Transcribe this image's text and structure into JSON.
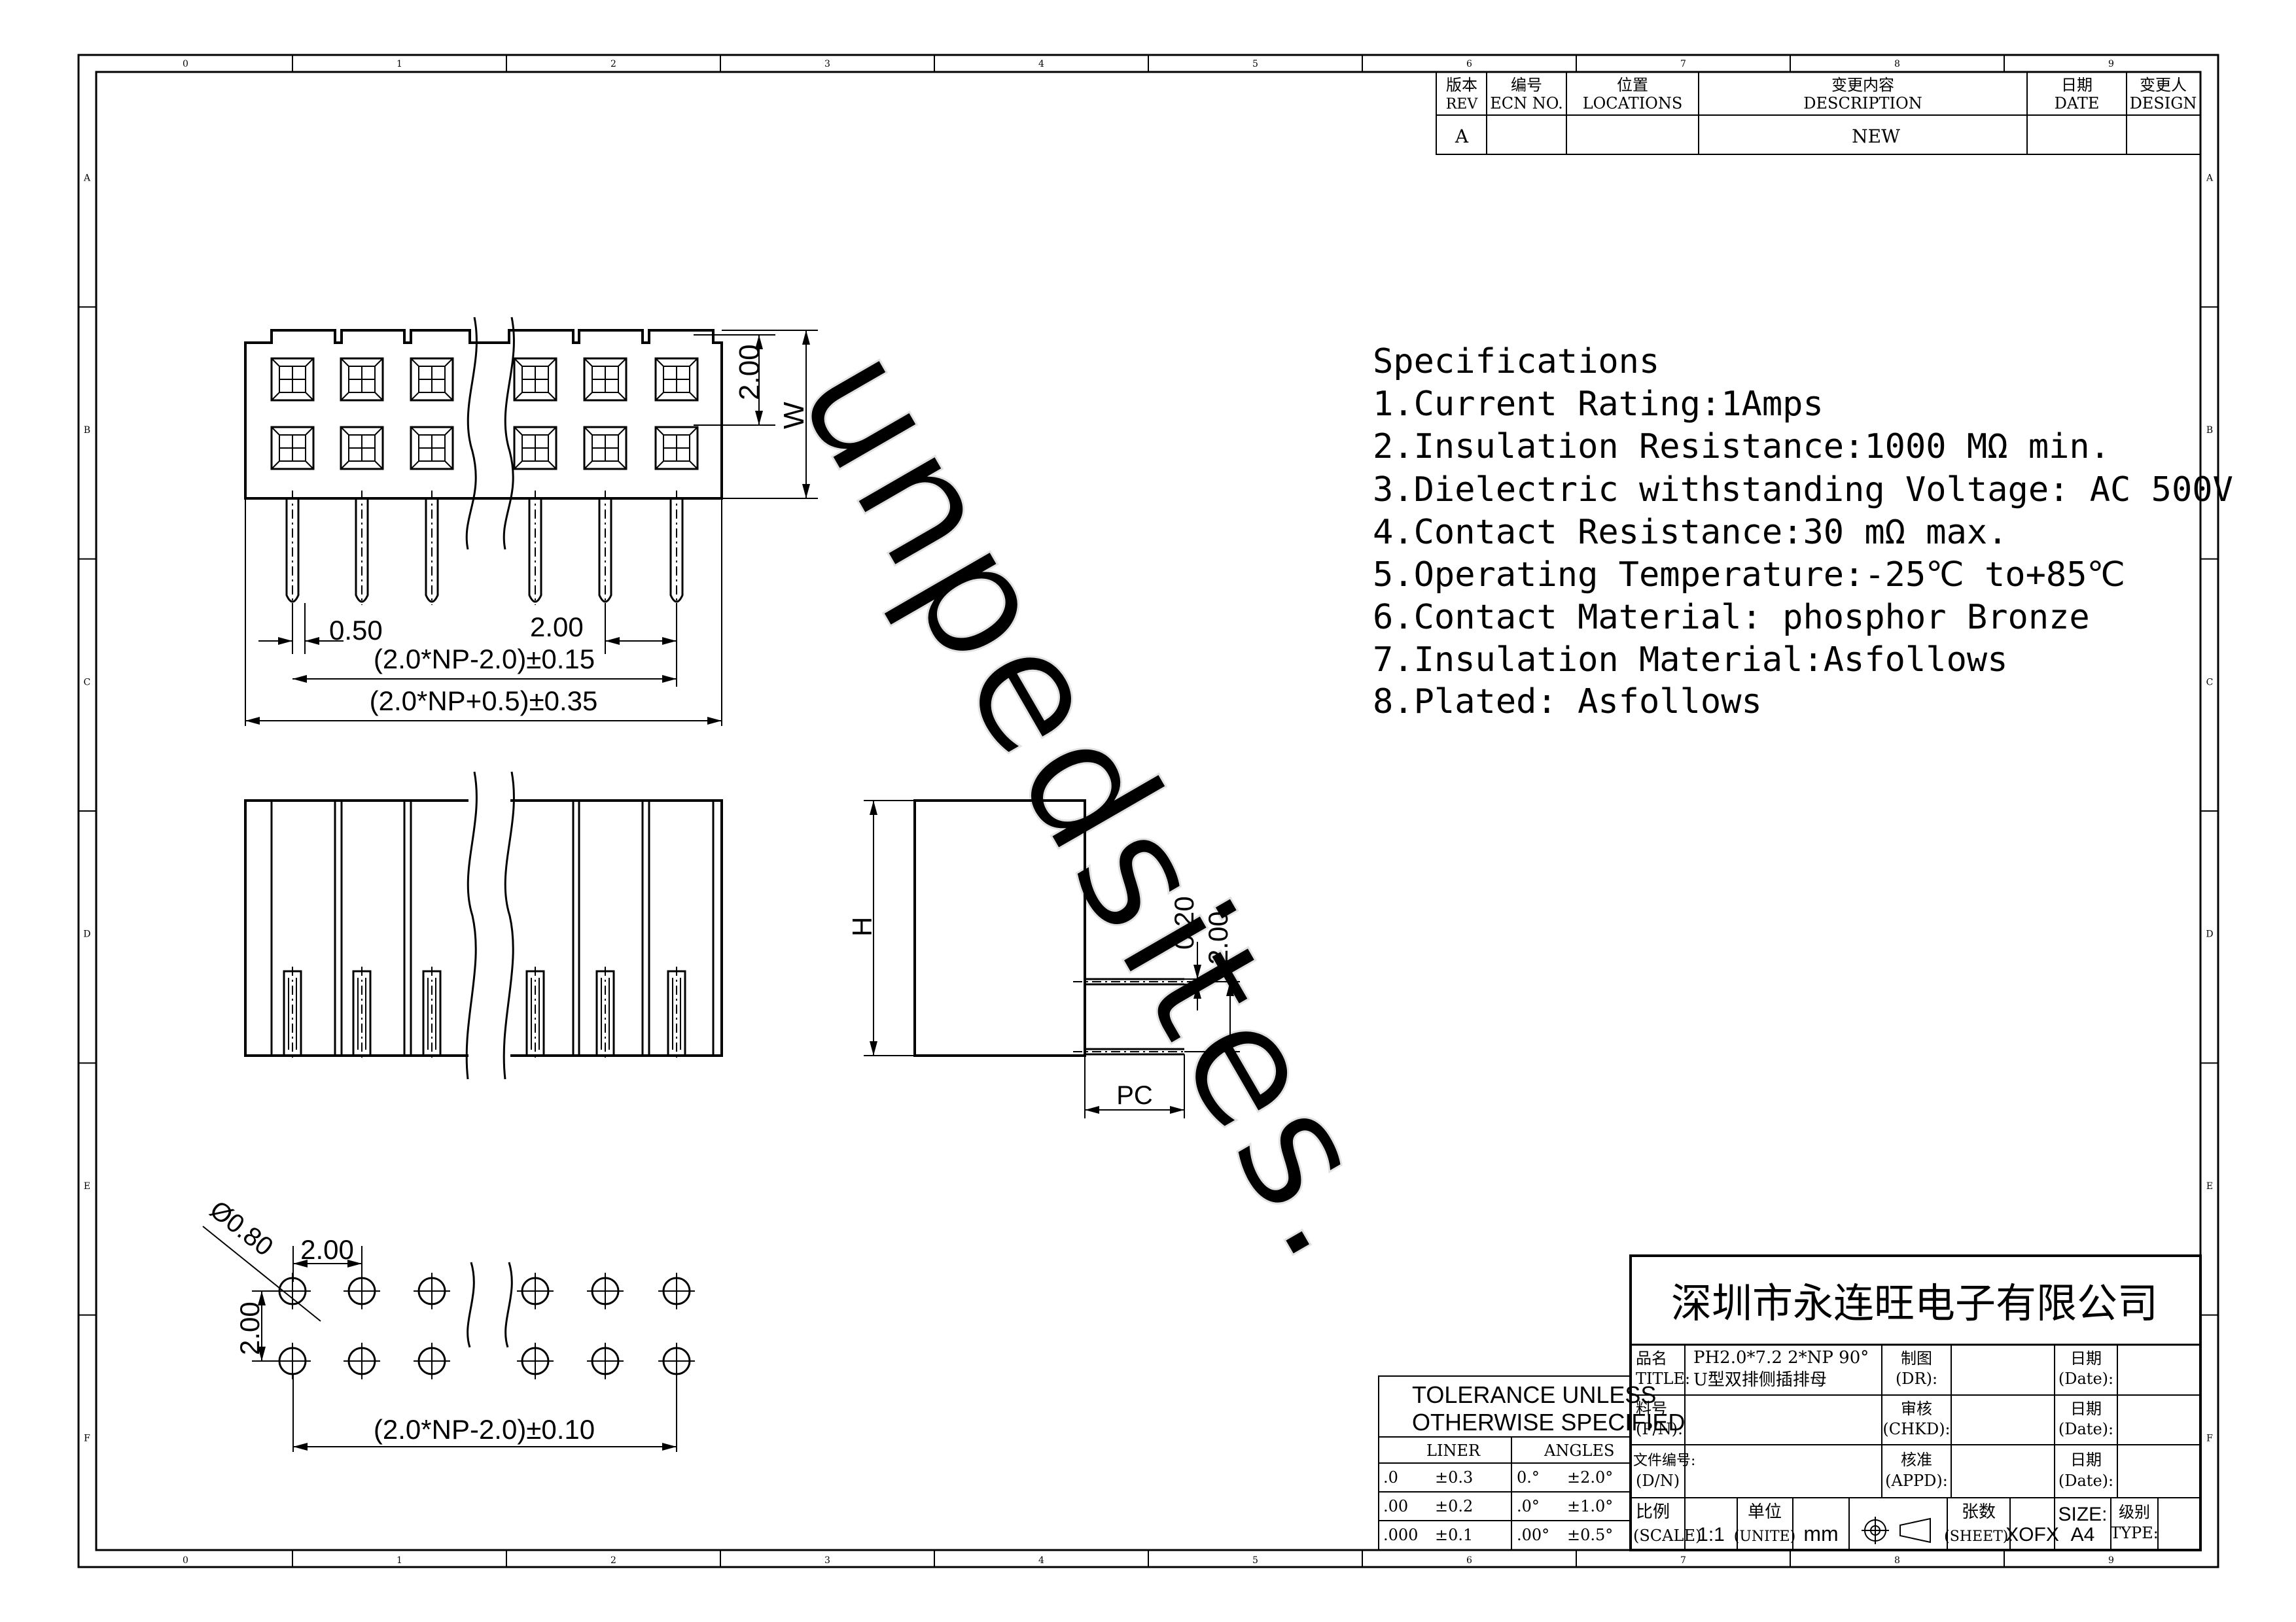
{
  "revision_table": {
    "headers": [
      {
        "cn": "版本",
        "en": "REV"
      },
      {
        "cn": "编号",
        "en": "ECN NO."
      },
      {
        "cn": "位置",
        "en": "LOCATIONS"
      },
      {
        "cn": "变更内容",
        "en": "DESCRIPTION"
      },
      {
        "cn": "日期",
        "en": "DATE"
      },
      {
        "cn": "变更人",
        "en": "DESIGN"
      }
    ],
    "row": {
      "rev": "A",
      "ecn": "",
      "location": "",
      "description": "NEW",
      "date": "",
      "design": ""
    }
  },
  "border_zones": {
    "columns": [
      "0",
      "1",
      "2",
      "3",
      "4",
      "5",
      "6",
      "7",
      "8",
      "9"
    ],
    "rows": [
      "A",
      "B",
      "C",
      "D",
      "E",
      "F"
    ]
  },
  "specifications": {
    "heading": "Specifications",
    "items": [
      "1.Current Rating:1Amps",
      "2.Insulation Resistance:1000 MΩ min.",
      "3.Dielectric withstanding Voltage: AC 500V",
      "4.Contact Resistance:30 mΩ max.",
      "5.Operating Temperature:-25℃ to+85℃",
      "6.Contact Material:  phosphor Bronze",
      "7.Insulation Material:Asfollows",
      "8.Plated: Asfollows"
    ]
  },
  "front_view": {
    "dim_pitch_row": "2.00",
    "dim_width": "W",
    "dim_pin": "0.50",
    "dim_pitch": "2.00",
    "dim_span": "(2.0*NP-2.0)±0.15",
    "dim_overall": "(2.0*NP+0.5)±0.35"
  },
  "side_view": {
    "dim_height": "H",
    "dim_gap": "0.20",
    "dim_row": "2.00",
    "dim_pc": "PC"
  },
  "pcb_layout": {
    "dim_hole": "Ø0.80",
    "dim_pitch_x": "2.00",
    "dim_pitch_y": "2.00",
    "dim_span": "(2.0*NP-2.0)±0.10"
  },
  "tolerance_block": {
    "title_line1": "TOLERANCE UNLESS",
    "title_line2": "OTHERWISE SPECIFIED",
    "liner_label": "LINER",
    "angles_label": "ANGLES",
    "rows": [
      {
        "liner": ".0",
        "liner_tol": "±0.3",
        "angle": "0.°",
        "angle_tol": "±2.0°"
      },
      {
        "liner": ".00",
        "liner_tol": "±0.2",
        "angle": ".0°",
        "angle_tol": "±1.0°"
      },
      {
        "liner": ".000",
        "liner_tol": "±0.1",
        "angle": ".00°",
        "angle_tol": "±0.5°"
      }
    ]
  },
  "title_block": {
    "company": "深圳市永连旺电子有限公司",
    "title_label_cn": "品名",
    "title_label_en": "TITLE:",
    "title_value_line1": "PH2.0*7.2 2*NP 90°",
    "title_value_line2": "U型双排侧插排母",
    "pn_label_cn": "料号",
    "pn_label_en": "(P/N):",
    "dn_label_cn": "文件编号:",
    "dn_label_en": "(D/N)",
    "dr_label_cn": "制图",
    "dr_label_en": "(DR):",
    "chkd_label_cn": "审核",
    "chkd_label_en": "(CHKD):",
    "appd_label_cn": "核准",
    "appd_label_en": "(APPD):",
    "date_label_cn": "日期",
    "date_label_en": "(Date):",
    "scale_label_cn": "比例",
    "scale_label_en": "(SCALE)",
    "scale_value": "1:1",
    "unit_label_cn": "单位",
    "unit_label_en": "(UNITE)",
    "unit_value": "mm",
    "sheet_label_cn": "张数",
    "sheet_label_en": "(SHEET):",
    "sheet_value": "XOFX",
    "size_label": "SIZE:",
    "size_value": "A4",
    "type_label_cn": "级别",
    "type_label_en": "TYPE:"
  }
}
